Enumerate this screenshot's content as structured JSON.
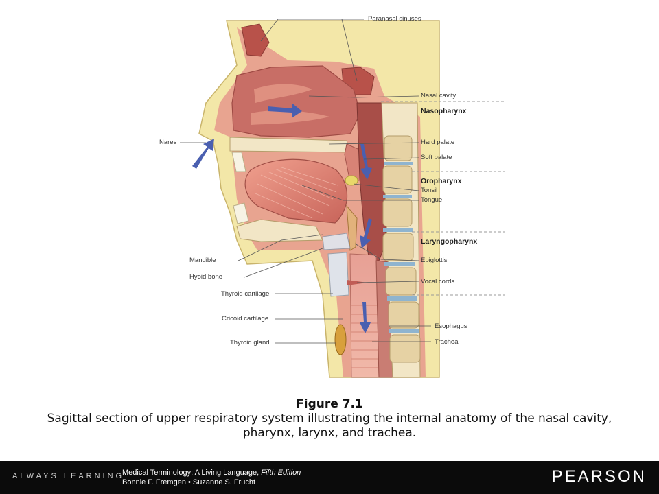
{
  "diagram": {
    "labels": {
      "paranasal_sinuses": "Paranasal sinuses",
      "nasal_cavity": "Nasal cavity",
      "nasopharynx": "Nasopharynx",
      "nares": "Nares",
      "hard_palate": "Hard palate",
      "soft_palate": "Soft palate",
      "oropharynx": "Oropharynx",
      "tonsil": "Tonsil",
      "tongue": "Tongue",
      "laryngopharynx": "Laryngopharynx",
      "mandible": "Mandible",
      "epiglottis": "Epiglottis",
      "hyoid_bone": "Hyoid bone",
      "vocal_cords": "Vocal cords",
      "thyroid_cartilage": "Thyroid cartilage",
      "cricoid_cartilage": "Cricoid cartilage",
      "esophagus": "Esophagus",
      "thyroid_gland": "Thyroid gland",
      "trachea": "Trachea"
    }
  },
  "caption": {
    "figure": "Figure 7.1",
    "text": "Sagittal section of upper respiratory system illustrating the internal anatomy of the nasal cavity, pharynx, larynx, and trachea."
  },
  "footer": {
    "tagline": "ALWAYS LEARNING",
    "book_title": "Medical Terminology: A Living Language, ",
    "edition": "Fifth Edition",
    "authors": "Bonnie F. Fremgen • Suzanne S. Frucht",
    "brand": "PEARSON"
  },
  "colors": {
    "skin": "#f3e7a8",
    "tissue": "#d9867a",
    "tissue_dark": "#b85a52",
    "cavity": "#c8706a",
    "bone": "#f2e6c6",
    "disc": "#8fb4cf",
    "arrow": "#4a5fb0"
  }
}
